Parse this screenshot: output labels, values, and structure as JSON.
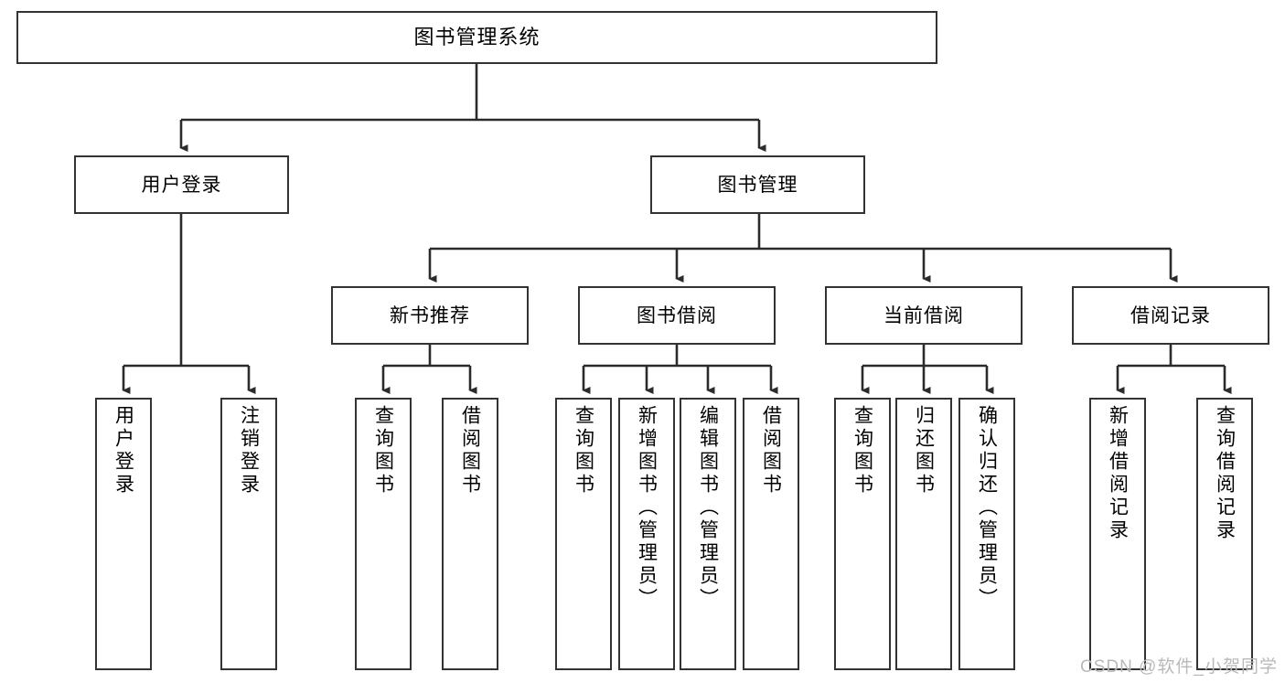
{
  "diagram": {
    "title": "图书管理系统",
    "watermark": "CSDN @软件_小贺同学",
    "line_color": "#333333",
    "box_fill": "#ffffff",
    "text_color": "#000000",
    "watermark_color": "#b9b9b9"
  },
  "root": {
    "label": "图书管理系统"
  },
  "level2": [
    {
      "label": "用户登录"
    },
    {
      "label": "图书管理"
    }
  ],
  "level3": [
    {
      "label": "新书推荐"
    },
    {
      "label": "图书借阅"
    },
    {
      "label": "当前借阅"
    },
    {
      "label": "借阅记录"
    }
  ],
  "leaves": {
    "user_login": [
      {
        "label": "用户登录"
      },
      {
        "label": "注销登录"
      }
    ],
    "new_book_recommend": [
      {
        "label": "查询图书"
      },
      {
        "label": "借阅图书"
      }
    ],
    "book_borrow": [
      {
        "label": "查询图书"
      },
      {
        "label": "新增图书（管理员）"
      },
      {
        "label": "编辑图书（管理员）"
      },
      {
        "label": "借阅图书"
      }
    ],
    "current_borrow": [
      {
        "label": "查询图书"
      },
      {
        "label": "归还图书"
      },
      {
        "label": "确认归还（管理员）"
      }
    ],
    "borrow_record": [
      {
        "label": "新增借阅记录"
      },
      {
        "label": "查询借阅记录"
      }
    ]
  }
}
